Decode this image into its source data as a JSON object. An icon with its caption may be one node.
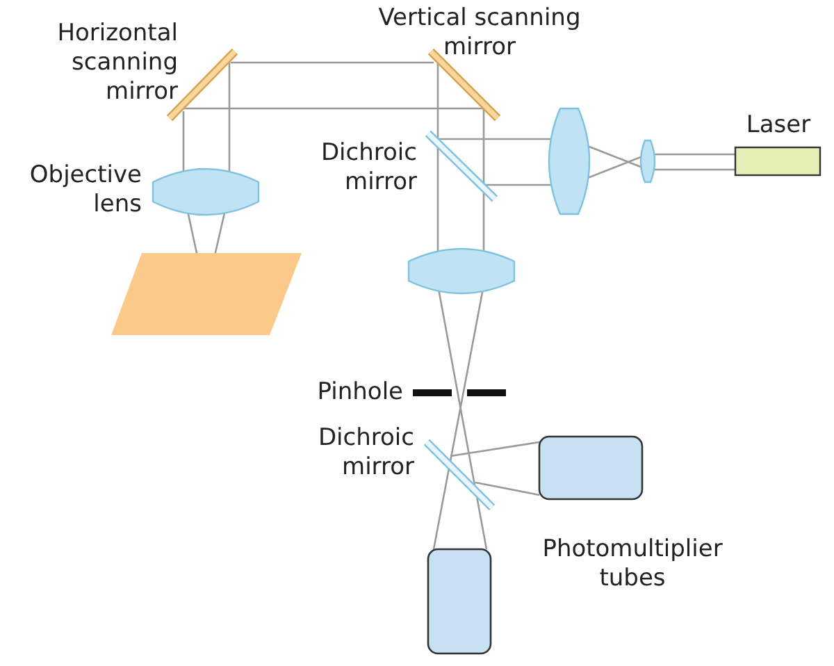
{
  "diagram": {
    "labels": [
      "Horizontal scanning mirror",
      "Vertical scanning mirror",
      "Laser",
      "Dichroic mirror",
      "Objective lens",
      "Pinhole",
      "Dichroic mirror",
      "Photomultiplier tubes"
    ]
  }
}
